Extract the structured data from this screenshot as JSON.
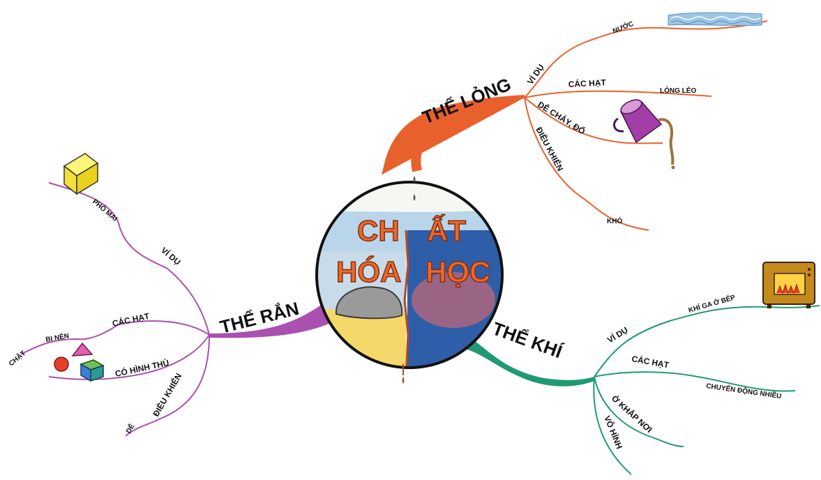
{
  "center": {
    "title_lines": [
      "CH",
      "ẤT",
      "HÓA",
      "HỌC"
    ]
  },
  "branches": {
    "liquid": {
      "color": "#e8612c",
      "title": "THỂ LỎNG",
      "example_label": "VÍ DỤ",
      "example_item": "NƯỚC",
      "particles_label": "CÁC HẠT",
      "particles_item": "LỎNG LẺO",
      "pour_label": "DỄ CHẢY, ĐỔ",
      "control_label": "ĐIỀU KHIỂN",
      "control_item": "KHÓ",
      "icons": [
        "water-icon",
        "pitcher-icon"
      ]
    },
    "solid": {
      "color": "#a950b0",
      "title": "THỂ RẮN",
      "example_label": "VÍ DỤ",
      "example_item": "PHÔ MAI",
      "particles_label": "CÁC HẠT",
      "particles_item_1": "BỊ NÉN",
      "particles_item_2": "CHẶT",
      "shape_label": "CÓ HÌNH THÙ",
      "control_label": "ĐIỀU KHIỂN",
      "control_item": "DỄ",
      "icons": [
        "cheese-icon",
        "shapes-icon"
      ]
    },
    "gas": {
      "color": "#1f9a73",
      "title": "THỂ KHÍ",
      "example_label": "VÍ DỤ",
      "example_item": "KHÍ GA Ở BẾP",
      "particles_label": "CÁC HẠT",
      "particles_item": "CHUYỂN ĐỘNG NHIỀU",
      "everywhere_label": "Ở KHẮP NƠI",
      "invisible_label": "VÔ HÌNH",
      "icons": [
        "oven-icon"
      ]
    }
  }
}
